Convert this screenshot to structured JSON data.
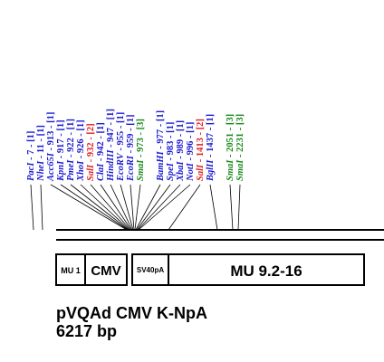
{
  "palette": {
    "unique": "#1a1ad0",
    "dual": "#e02020",
    "triple": "#1a8a1a",
    "line": "#000000"
  },
  "sites": [
    {
      "enzyme": "PacI",
      "pos": "7",
      "count": "[1]",
      "color": "unique"
    },
    {
      "enzyme": "NheI",
      "pos": "11",
      "count": "[1]",
      "color": "unique"
    },
    {
      "enzyme": "Acc65I",
      "pos": "913",
      "count": "[1]",
      "color": "unique"
    },
    {
      "enzyme": "KpnI",
      "pos": "917",
      "count": "[1]",
      "color": "unique"
    },
    {
      "enzyme": "PmeI",
      "pos": "922",
      "count": "[1]",
      "color": "unique"
    },
    {
      "enzyme": "XhoI",
      "pos": "926",
      "count": "[1]",
      "color": "unique"
    },
    {
      "enzyme": "SalI",
      "pos": "932",
      "count": "[2]",
      "color": "dual"
    },
    {
      "enzyme": "ClaI",
      "pos": "942",
      "count": "[1]",
      "color": "unique"
    },
    {
      "enzyme": "HindIII",
      "pos": "947",
      "count": "[1]",
      "color": "unique"
    },
    {
      "enzyme": "EcoRV",
      "pos": "955",
      "count": "[1]",
      "color": "unique"
    },
    {
      "enzyme": "EcoRI",
      "pos": "959",
      "count": "[1]",
      "color": "unique"
    },
    {
      "enzyme": "SmaI",
      "pos": "973",
      "count": "[3]",
      "color": "triple"
    },
    {
      "enzyme": "BamHI",
      "pos": "977",
      "count": "[1]",
      "color": "unique"
    },
    {
      "enzyme": "SpeI",
      "pos": "983",
      "count": "[1]",
      "color": "unique"
    },
    {
      "enzyme": "XbaI",
      "pos": "989",
      "count": "[1]",
      "color": "unique"
    },
    {
      "enzyme": "NotI",
      "pos": "996",
      "count": "[1]",
      "color": "unique"
    },
    {
      "enzyme": "SalI",
      "pos": "1413",
      "count": "[2]",
      "color": "dual"
    },
    {
      "enzyme": "BglII",
      "pos": "1437",
      "count": "[1]",
      "color": "unique"
    },
    {
      "enzyme": "SmaI",
      "pos": "2051",
      "count": "[3]",
      "color": "triple"
    },
    {
      "enzyme": "SmaI",
      "pos": "2231",
      "count": "[3]",
      "color": "triple"
    }
  ],
  "segments": [
    {
      "label": "MU 1"
    },
    {
      "label": "CMV"
    },
    {
      "label": "SV40pA"
    },
    {
      "label": "MU 9.2-16"
    }
  ],
  "plasmid": {
    "name": "pVQAd CMV K-NpA",
    "size": "6217 bp"
  }
}
